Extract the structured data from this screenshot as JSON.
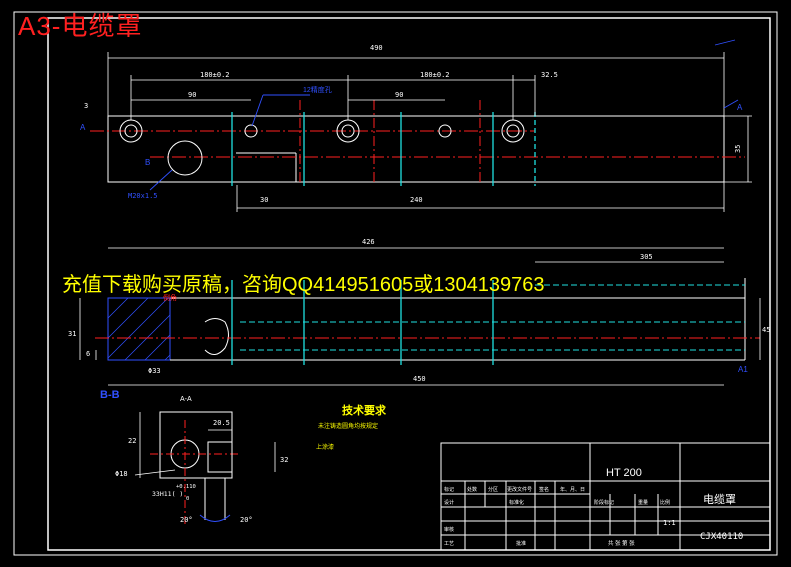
{
  "sheet_title": "A3-电缆罩",
  "ad_text": "充值下载购买原稿，咨询QQ414951605或1304139763",
  "dimensions": {
    "total_len": "490",
    "pitch_a": "180±0.2",
    "pitch_b": "180±0.2",
    "end_offset": "32.5",
    "d90_a": "90",
    "d90_b": "90",
    "d30": "30",
    "d240": "240",
    "height35": "35",
    "d3": "3",
    "hole_note": "12精度孔",
    "m_thread": "M20x1.5",
    "front_len": "426",
    "d305": "305",
    "d450": "450",
    "d31": "31",
    "d45": "45",
    "d6": "6",
    "phi33": "Φ33",
    "phi18": "Φ18",
    "d22": "22",
    "d20_5": "20.5",
    "d32": "32",
    "d33h": "33H11(  )",
    "tol": "+0.110",
    "tol0": "0",
    "angle_a": "20°",
    "angle_b": "20°"
  },
  "labels": {
    "section_bb": "B-B",
    "section_aa": "A-A",
    "a_mark": "A",
    "b_mark": "B",
    "a1": "A1",
    "fillet": "倒角"
  },
  "tech_req": {
    "title": "技术要求",
    "line1": "未注铸造圆角均按规定",
    "line2": "上涂漆"
  },
  "title_block": {
    "material": "HT 200",
    "part_name": "电缆罩",
    "drawing_no": "CJX40110",
    "scale": "1:1",
    "h_mark": "标记",
    "h_count": "处数",
    "h_zone": "分区",
    "h_change": "更改文件号",
    "h_sign": "签名",
    "h_date": "年、月、日",
    "h_design": "设计",
    "h_std": "标准化",
    "h_stage": "阶段标记",
    "h_weight": "重量",
    "h_ratio": "比例",
    "h_review": "审核",
    "h_process": "工艺",
    "h_approve": "批准",
    "h_sheets": "共 张 第 张"
  },
  "colors": {
    "bg": "#000000",
    "outline": "#ffffff",
    "dim": "#ffffff",
    "center": "#ff2020",
    "cyan": "#20e0e0",
    "blue": "#3050ff",
    "title_red": "#ff2020",
    "ad_yellow": "#ffff00"
  }
}
